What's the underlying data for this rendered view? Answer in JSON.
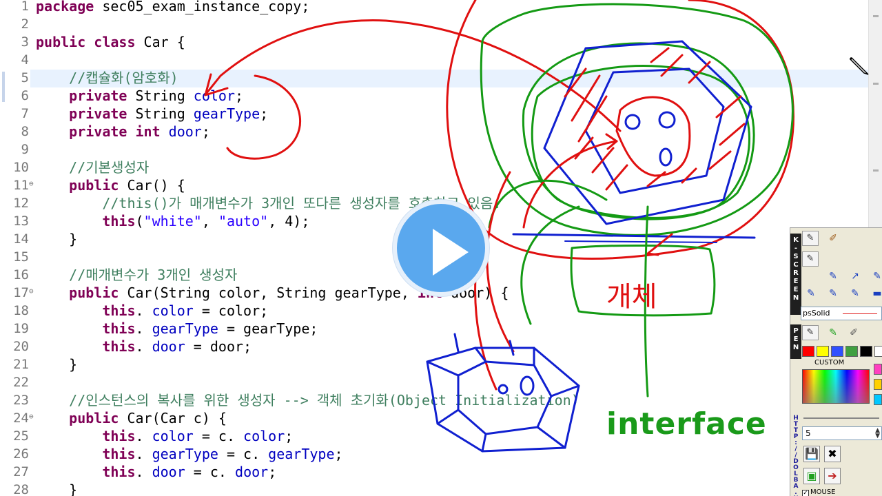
{
  "editor": {
    "lines": [
      {
        "n": "1",
        "segs": [
          [
            "kw",
            "package"
          ],
          [
            "",
            "sec05_exam_instance_copy;"
          ]
        ]
      },
      {
        "n": "2",
        "segs": []
      },
      {
        "n": "3",
        "segs": [
          [
            "kw",
            "public"
          ],
          [
            "",
            ""
          ],
          [
            "kw",
            "class"
          ],
          [
            "",
            "Car {"
          ]
        ]
      },
      {
        "n": "4",
        "segs": []
      },
      {
        "n": "5",
        "segs": [
          [
            "cm",
            "    //캡슐화(암호화)"
          ]
        ]
      },
      {
        "n": "6",
        "segs": [
          [
            "kw",
            "    private"
          ],
          [
            "",
            "String"
          ],
          [
            "fd",
            "color"
          ],
          [
            "",
            ";"
          ]
        ]
      },
      {
        "n": "7",
        "segs": [
          [
            "kw",
            "    private"
          ],
          [
            "",
            "String"
          ],
          [
            "fd",
            "gearType"
          ],
          [
            "",
            ";"
          ]
        ]
      },
      {
        "n": "8",
        "segs": [
          [
            "kw",
            "    private"
          ],
          [
            "kw",
            "int"
          ],
          [
            "fd",
            "door"
          ],
          [
            "",
            ";"
          ]
        ]
      },
      {
        "n": "9",
        "segs": []
      },
      {
        "n": "10",
        "segs": [
          [
            "cm",
            "    //기본생성자"
          ]
        ]
      },
      {
        "n": "11",
        "segs": [
          [
            "kw",
            "    public"
          ],
          [
            "",
            "Car() {"
          ]
        ]
      },
      {
        "n": "12",
        "segs": [
          [
            "cm",
            "        //this()가 매개변수가 3개인 또다른 생성자를 호출하고 있음."
          ]
        ]
      },
      {
        "n": "13",
        "segs": [
          [
            "kw",
            "        this"
          ],
          [
            "",
            "("
          ],
          [
            "st",
            "\"white\""
          ],
          [
            "",
            ", "
          ],
          [
            "st",
            "\"auto\""
          ],
          [
            "",
            ", 4);"
          ]
        ]
      },
      {
        "n": "14",
        "segs": [
          [
            "",
            "    }"
          ]
        ]
      },
      {
        "n": "15",
        "segs": []
      },
      {
        "n": "16",
        "segs": [
          [
            "cm",
            "    //매개변수가 3개인 생성자"
          ]
        ]
      },
      {
        "n": "17",
        "segs": [
          [
            "kw",
            "    public"
          ],
          [
            "",
            "Car(String color, String gearType,"
          ],
          [
            "kw",
            "int"
          ],
          [
            "",
            "door) {"
          ]
        ]
      },
      {
        "n": "18",
        "segs": [
          [
            "kw",
            "        this"
          ],
          [
            "",
            "."
          ],
          [
            "fd",
            "color"
          ],
          [
            "",
            " = color;"
          ]
        ]
      },
      {
        "n": "19",
        "segs": [
          [
            "kw",
            "        this"
          ],
          [
            "",
            "."
          ],
          [
            "fd",
            "gearType"
          ],
          [
            "",
            " = gearType;"
          ]
        ]
      },
      {
        "n": "20",
        "segs": [
          [
            "kw",
            "        this"
          ],
          [
            "",
            "."
          ],
          [
            "fd",
            "door"
          ],
          [
            "",
            " = door;"
          ]
        ]
      },
      {
        "n": "21",
        "segs": [
          [
            "",
            "    }"
          ]
        ]
      },
      {
        "n": "22",
        "segs": []
      },
      {
        "n": "23",
        "segs": [
          [
            "cm",
            "    //인스턴스의 복사를 위한 생성자 --> 객체 초기화(Object Initialization)"
          ]
        ]
      },
      {
        "n": "24",
        "segs": [
          [
            "kw",
            "    public"
          ],
          [
            "",
            "Car(Car c) {"
          ]
        ]
      },
      {
        "n": "25",
        "segs": [
          [
            "kw",
            "        this"
          ],
          [
            "",
            "."
          ],
          [
            "fd",
            "color"
          ],
          [
            "",
            " = c."
          ],
          [
            "fd",
            "color"
          ],
          [
            "",
            ";"
          ]
        ]
      },
      {
        "n": "26",
        "segs": [
          [
            "kw",
            "        this"
          ],
          [
            "",
            "."
          ],
          [
            "fd",
            "gearType"
          ],
          [
            "",
            " = c."
          ],
          [
            "fd",
            "gearType"
          ],
          [
            "",
            ";"
          ]
        ]
      },
      {
        "n": "27",
        "segs": [
          [
            "kw",
            "        this"
          ],
          [
            "",
            "."
          ],
          [
            "fd",
            "door"
          ],
          [
            "",
            " = c."
          ],
          [
            "fd",
            "door"
          ],
          [
            "",
            ";"
          ]
        ]
      },
      {
        "n": "28",
        "segs": [
          [
            "",
            "    }"
          ]
        ]
      }
    ],
    "folded_lines": [
      "11",
      "17",
      "24"
    ]
  },
  "annotations": {
    "interface_label": "interface",
    "gaeche_label": "개체",
    "ink_colors": {
      "red": "#e01010",
      "blue": "#1020d0",
      "green": "#149a14"
    }
  },
  "video": {
    "play_icon": "play-icon"
  },
  "pen_panel": {
    "title_top": "K-SCREEN",
    "title_bottom": "PEN",
    "side_label": "HTTP://DOLBA.NET",
    "line_style": "psSolid",
    "custom_label": "CUSTOM",
    "width_value": "5",
    "mouse_label": "MOUSE",
    "mouse_checked": true,
    "palette": [
      "#ff0000",
      "#ffff00",
      "#3050ff",
      "#40a040",
      "#000000",
      "#ffffff"
    ],
    "custom_swatches": [
      "#ff40c0",
      "#ffd000",
      "#00c8ff"
    ]
  }
}
